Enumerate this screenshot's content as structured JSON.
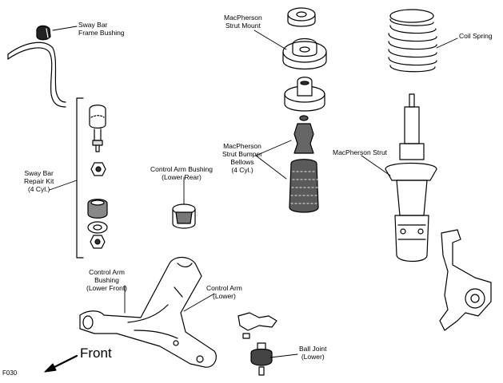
{
  "labels": {
    "sway_bar_frame_bushing": [
      "Sway Bar",
      "Frame Bushing"
    ],
    "macpherson_strut_mount": [
      "MacPherson",
      "Strut Mount"
    ],
    "coil_spring": [
      "Coil Spring"
    ],
    "sway_bar_repair_kit": [
      "Sway Bar",
      "Repair Kit",
      "(4 Cyl.)"
    ],
    "control_arm_bushing_lower_rear": [
      "Control Arm Bushing",
      "(Lower Rear)"
    ],
    "macpherson_strut_bumper_bellows": [
      "MacPherson",
      "Strut Bumper",
      "Bellows",
      "(4 Cyl.)"
    ],
    "macpherson_strut": [
      "MacPherson Strut"
    ],
    "control_arm_bushing_lower_front": [
      "Control Arm",
      "Bushing",
      "(Lower Front)"
    ],
    "control_arm_lower": [
      "Control Arm",
      "(Lower)"
    ],
    "ball_joint_lower": [
      "Ball Joint",
      "(Lower)"
    ]
  },
  "front_label": "Front",
  "figure_code": "F030"
}
